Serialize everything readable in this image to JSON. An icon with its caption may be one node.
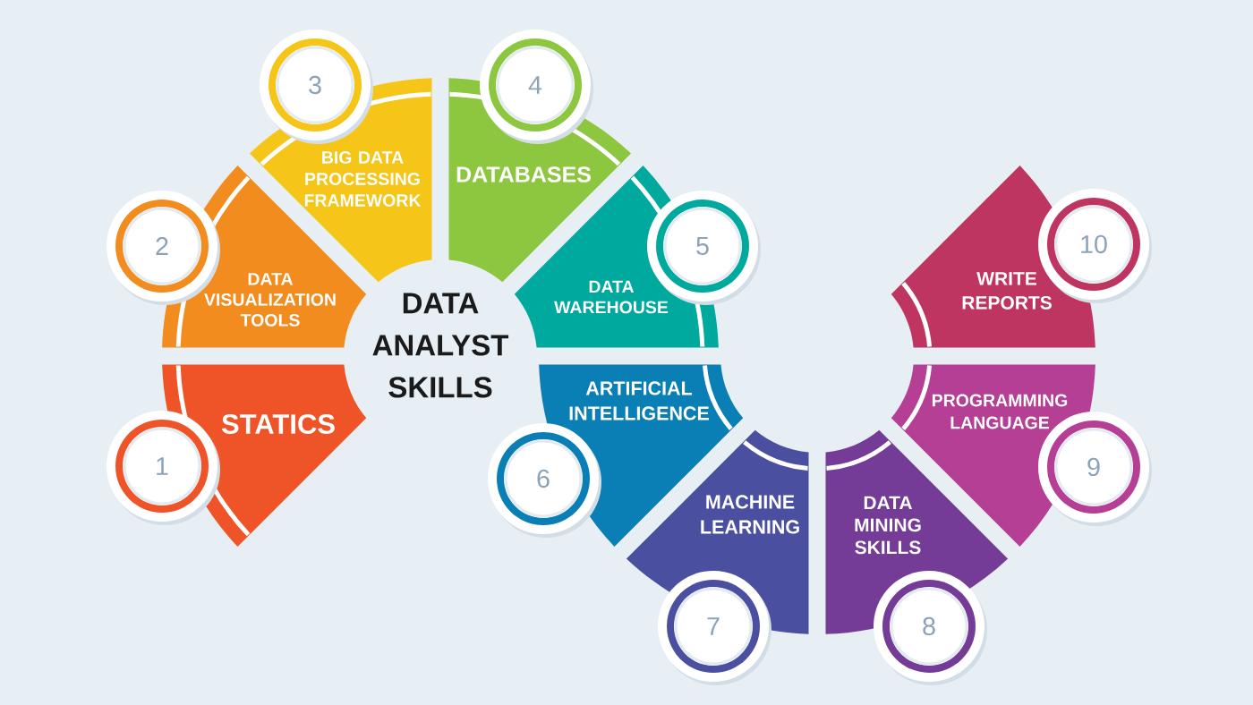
{
  "diagram": {
    "title": "DATA ANALYST SKILLS",
    "nodes": [
      {
        "text": [
          "STATICS"
        ]
      },
      {
        "text": [
          "1"
        ]
      },
      {
        "text": [
          "DATA VISUALIZATION TOOLS"
        ]
      },
      {
        "text": [
          "2"
        ]
      },
      {
        "text": [
          "BIG DATA PROCESSING FRAMEWORK"
        ]
      },
      {
        "text": [
          "3"
        ]
      },
      {
        "text": [
          "DATABASES"
        ]
      },
      {
        "text": [
          "4"
        ]
      },
      {
        "text": [
          "DATA WAREHOUSE"
        ]
      },
      {
        "text": [
          "5"
        ]
      },
      {
        "text": [
          "ARTIFICIAL INTELLIGENCE"
        ]
      },
      {
        "text": [
          "6"
        ]
      },
      {
        "text": [
          "MACHINE LEARNING"
        ]
      },
      {
        "text": [
          "7"
        ]
      },
      {
        "text": [
          "DATA MINING SKILLS"
        ]
      },
      {
        "text": [
          "8"
        ]
      },
      {
        "text": [
          "PROGRAMMING LANGUAGE"
        ]
      },
      {
        "text": [
          "9"
        ]
      },
      {
        "text": [
          "WRITE REPORTS"
        ]
      },
      {
        "text": [
          "10"
        ]
      }
    ]
  }
}
